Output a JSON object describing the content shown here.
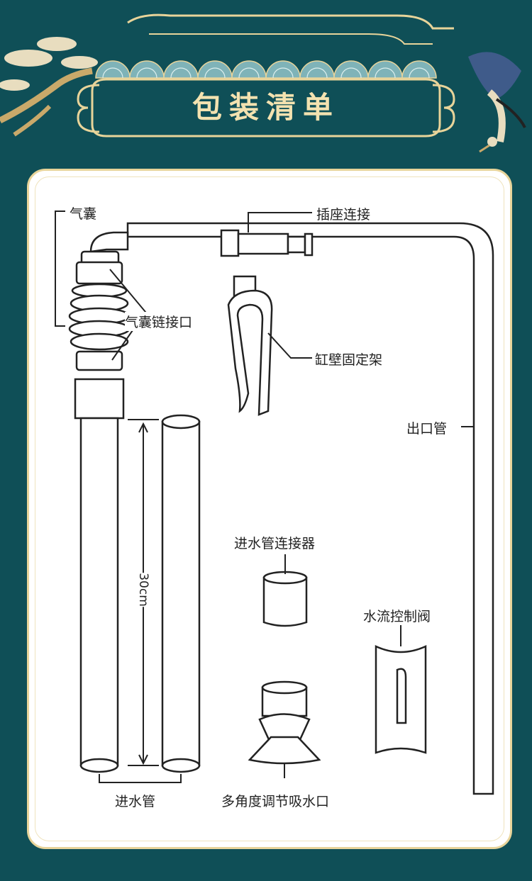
{
  "header": {
    "title": "包装清单"
  },
  "parts": {
    "airbag": "气囊",
    "airbag_link": "气囊链接口",
    "socket_connection": "插座连接",
    "tank_clip": "缸壁固定架",
    "outlet_pipe": "出口管",
    "inlet_connector": "进水管连接器",
    "flow_valve": "水流控制阀",
    "suction_nozzle": "多角度调节吸水口",
    "inlet_pipe": "进水管",
    "length": "30cm"
  },
  "colors": {
    "background": "#0f4f57",
    "gold": "#e8d49a",
    "card": "#ffffff",
    "line": "#222222"
  }
}
